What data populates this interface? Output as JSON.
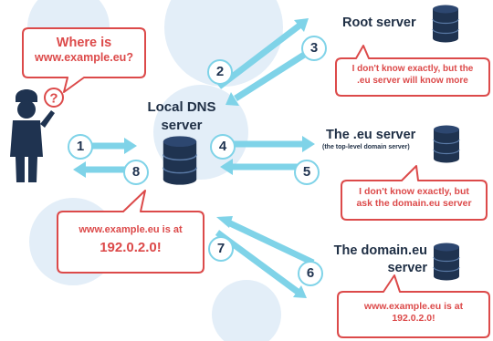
{
  "user_bubble": {
    "line1": "Where is",
    "line2": "www.example.eu?"
  },
  "local_dns": {
    "line1": "Local DNS",
    "line2": "server"
  },
  "root": {
    "title": "Root server",
    "reply_line1": "I don't know exactly, but the",
    "reply_line2": ".eu server will know more"
  },
  "tld": {
    "title": "The .eu server",
    "subtitle": "(the top-level domain server)",
    "reply_line1": "I don't know exactly, but",
    "reply_line2": "ask the domain.eu server"
  },
  "domain": {
    "title_line1": "The domain.eu",
    "title_line2": "server",
    "reply_line1": "www.example.eu is at",
    "reply_line2": "192.0.2.0!"
  },
  "answer_bubble": {
    "line1": "www.example.eu is at",
    "line2": "192.0.2.0!"
  },
  "steps": [
    "1",
    "2",
    "3",
    "4",
    "5",
    "6",
    "7",
    "8"
  ],
  "colors": {
    "arrow": "#7fd3e8",
    "callout": "#dc4a4a",
    "dark": "#1f3350",
    "bg_circle": "#e3eef8"
  }
}
